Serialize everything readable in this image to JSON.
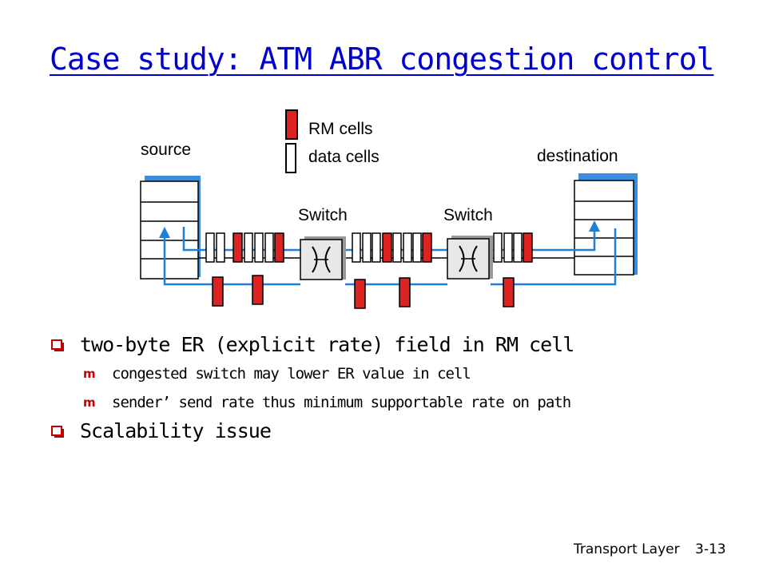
{
  "slide": {
    "title": "Case study: ATM ABR congestion control"
  },
  "diagram": {
    "legend": {
      "rm_label": "RM cells",
      "data_label": "data cells"
    },
    "source_label": "source",
    "destination_label": "destination",
    "switch1_label": "Switch",
    "switch2_label": "Switch",
    "colors": {
      "rm_cell": "#dd2222",
      "link": "#1e7fd9",
      "host_shadow": "#3a8ee0"
    }
  },
  "bullets": [
    {
      "text": "two-byte ER (explicit rate) field in RM cell",
      "sub": [
        "congested switch may lower ER value in cell",
        "sender’ send rate thus minimum supportable rate on path"
      ]
    },
    {
      "text": "Scalability issue",
      "sub": []
    }
  ],
  "footer": {
    "left": "Transport Layer",
    "right": "3-13"
  }
}
